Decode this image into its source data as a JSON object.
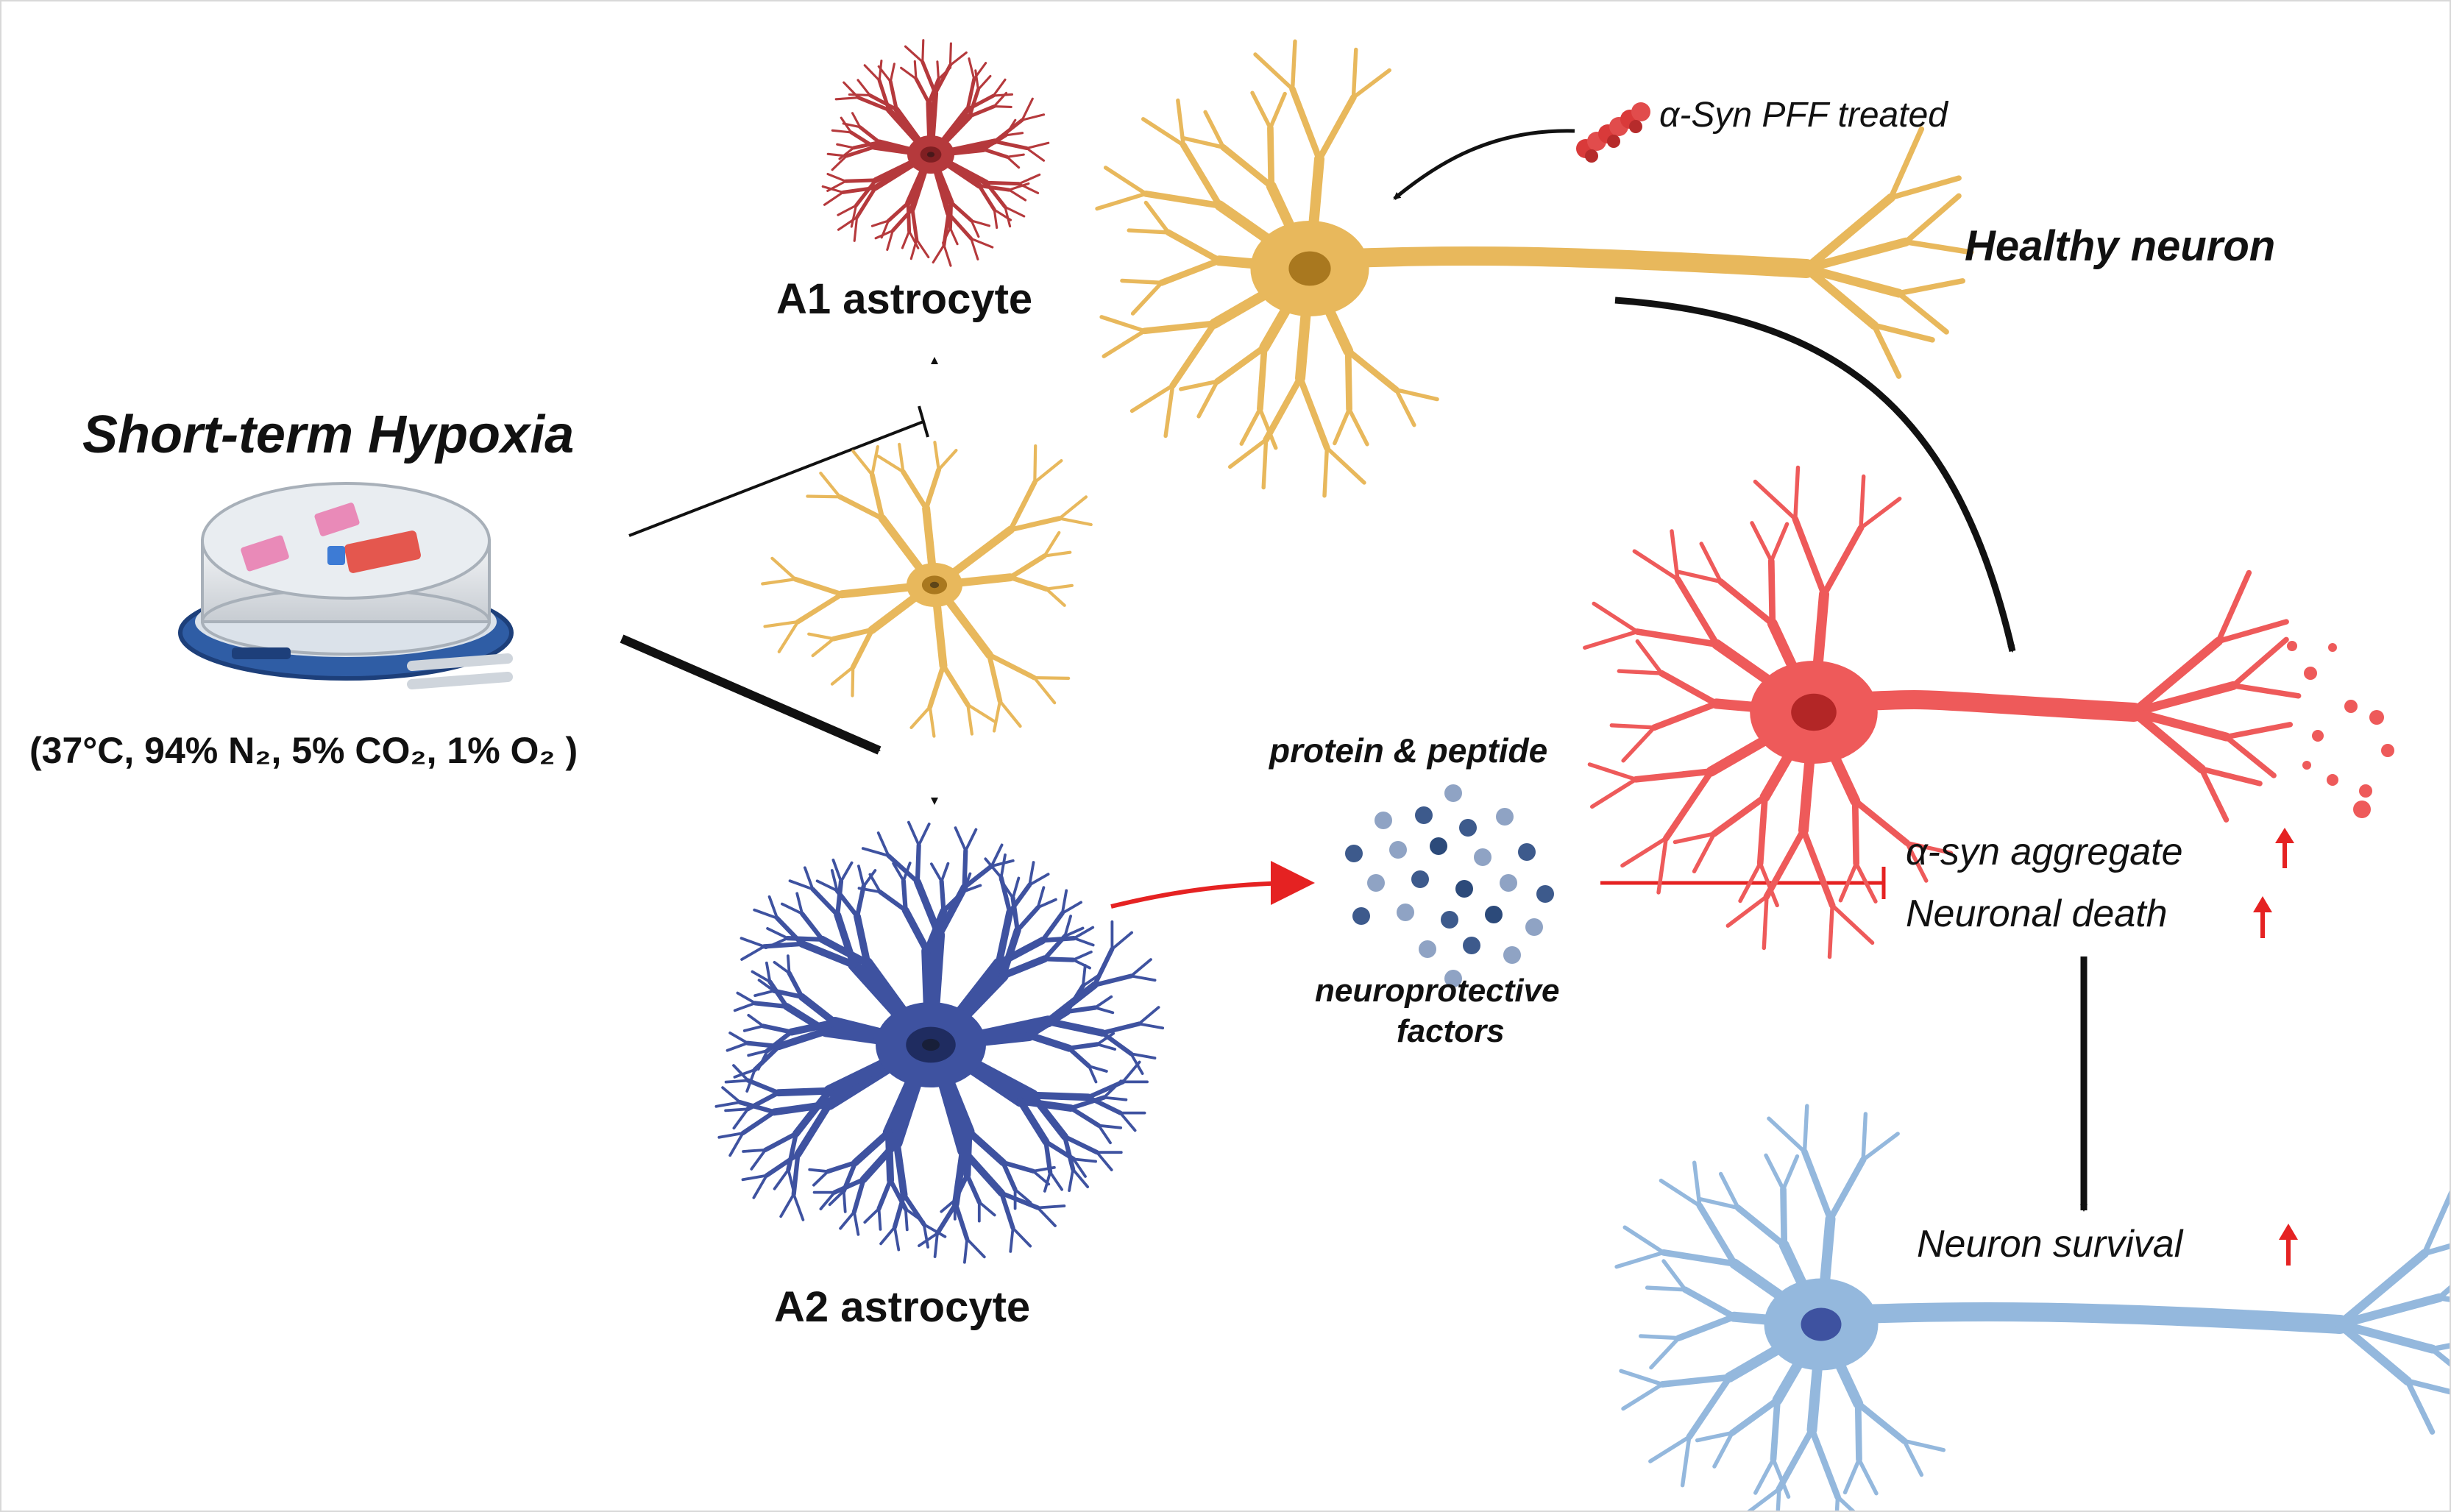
{
  "labels": {
    "hypoxia_title": "Short-term Hypoxia",
    "conditions": "(37°C, 94% N₂, 5% CO₂, 1% O₂ )",
    "a1_astrocyte": "A1 astrocyte",
    "a2_astrocyte": "A2 astrocyte",
    "pff_treated": "α-Syn PFF treated",
    "healthy_neuron": "Healthy neuron",
    "protein_peptide": "protein  &  peptide",
    "neuroprotective": "neuroprotective",
    "factors": "factors",
    "syn_aggregate": "α-syn aggregate",
    "neuronal_death": "Neuronal death",
    "neuron_survival": "Neuron survival"
  },
  "colors": {
    "a1_astrocyte": "#b5393c",
    "resting_astrocyte": "#e8b85c",
    "a2_astrocyte": "#3e52a0",
    "healthy_neuron": "#e8b85c",
    "damaged_neuron": "#ee5a5a",
    "surviving_neuron": "#94b8dd",
    "inhibit_red": "#e52222",
    "arrow_black": "#111111",
    "chamber_blue": "#2f5da5",
    "pff_red": "#d93a3a"
  }
}
